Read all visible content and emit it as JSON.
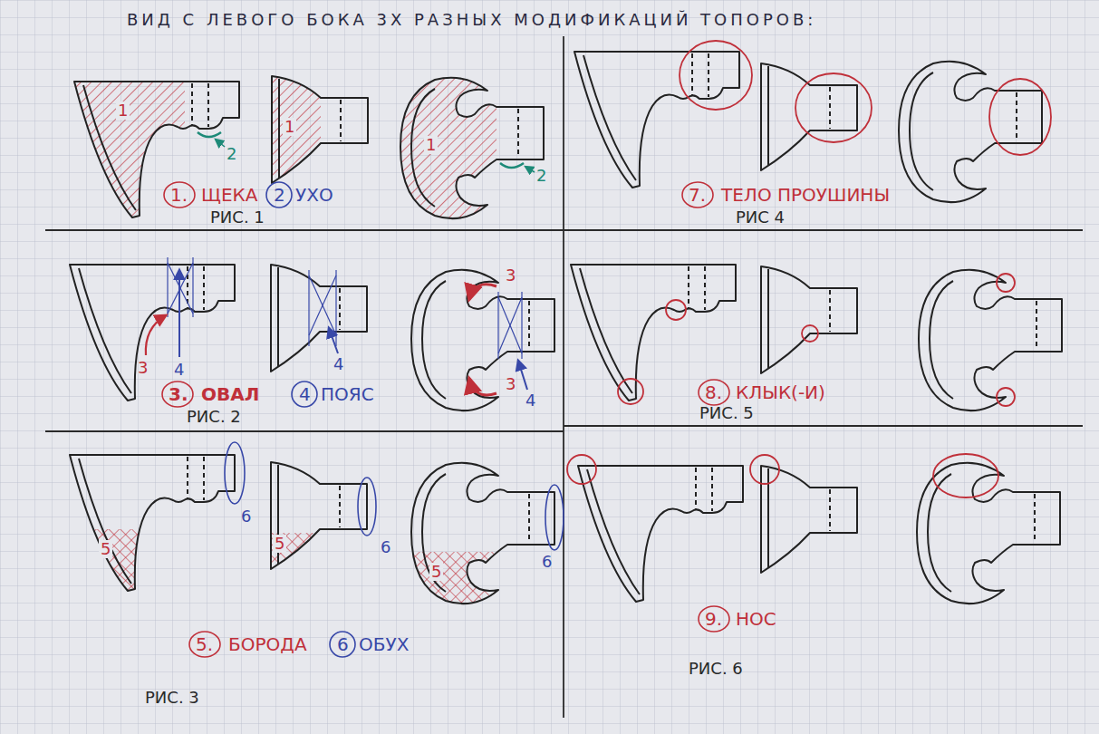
{
  "diagram": {
    "title": "ВИД С ЛЕВОГО БОКА 3Х РАЗНЫХ МОДИФИКАЦИЙ ТОПОРОВ:",
    "labels": [
      "1",
      "1",
      "1",
      "2",
      "2",
      "1.",
      "ЩЕКА",
      "2",
      "УХО",
      "РИС. 1",
      "7.",
      "ТЕЛО ПРОУШИНЫ",
      "РИС 4",
      "3",
      "4",
      "4",
      "3",
      "3",
      "4",
      "3.",
      "ОВАЛ",
      "4",
      "ПОЯС",
      "РИС. 2",
      "8.",
      "КЛЫК(-И)",
      "РИС. 5",
      "5",
      "6",
      "5",
      "6",
      "5",
      "6",
      "5.",
      "БОРОДА",
      "6",
      "ОБУХ",
      "РИС. 3",
      "9.",
      "НОС",
      "РИС. 6"
    ]
  }
}
